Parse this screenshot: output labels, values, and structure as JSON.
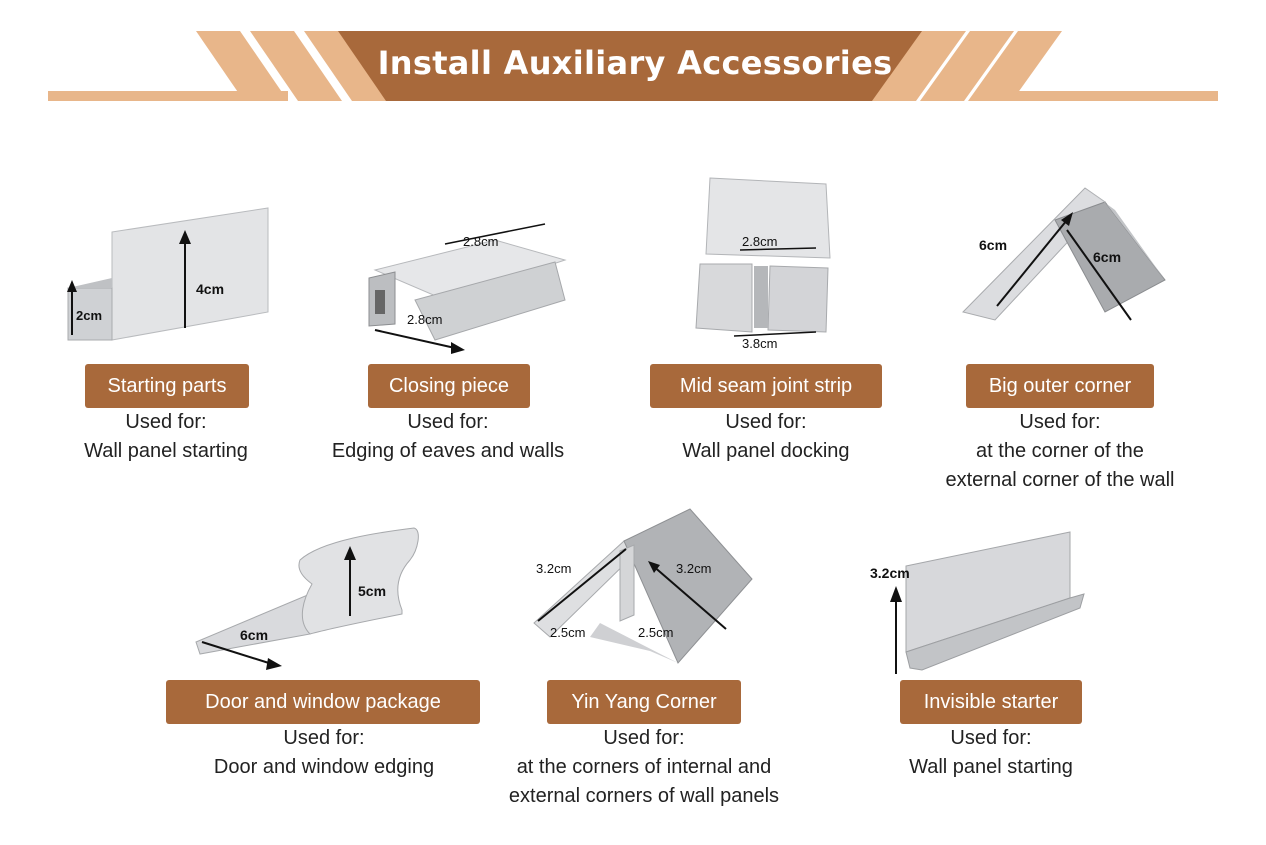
{
  "banner": {
    "title": "Install Auxiliary Accessories"
  },
  "colors": {
    "brand_dark": "#a8693b",
    "brand_light": "#e8b68a",
    "metal": "#d4d5d7"
  },
  "items": [
    {
      "label": "Starting parts",
      "used_for": "Used for:",
      "desc": [
        "Wall panel starting"
      ],
      "dims": [
        "2cm",
        "4cm"
      ]
    },
    {
      "label": "Closing piece",
      "used_for": "Used for:",
      "desc": [
        "Edging of eaves and walls"
      ],
      "dims": [
        "2.8cm",
        "2.8cm"
      ]
    },
    {
      "label": "Mid seam joint strip",
      "used_for": "Used for:",
      "desc": [
        "Wall panel docking"
      ],
      "dims": [
        "2.8cm",
        "3.8cm"
      ]
    },
    {
      "label": "Big outer corner",
      "used_for": "Used for:",
      "desc": [
        "at the corner of the",
        "external corner of the wall"
      ],
      "dims": [
        "6cm",
        "6cm"
      ]
    },
    {
      "label": "Door and window package",
      "used_for": "Used for:",
      "desc": [
        "Door and window edging"
      ],
      "dims": [
        "5cm",
        "6cm"
      ]
    },
    {
      "label": "Yin Yang Corner",
      "used_for": "Used for:",
      "desc": [
        "at the corners of internal and",
        "external corners of wall panels"
      ],
      "dims": [
        "3.2cm",
        "3.2cm",
        "2.5cm",
        "2.5cm"
      ]
    },
    {
      "label": "Invisible starter",
      "used_for": "Used for:",
      "desc": [
        "Wall panel starting"
      ],
      "dims": [
        "3.2cm"
      ]
    }
  ]
}
